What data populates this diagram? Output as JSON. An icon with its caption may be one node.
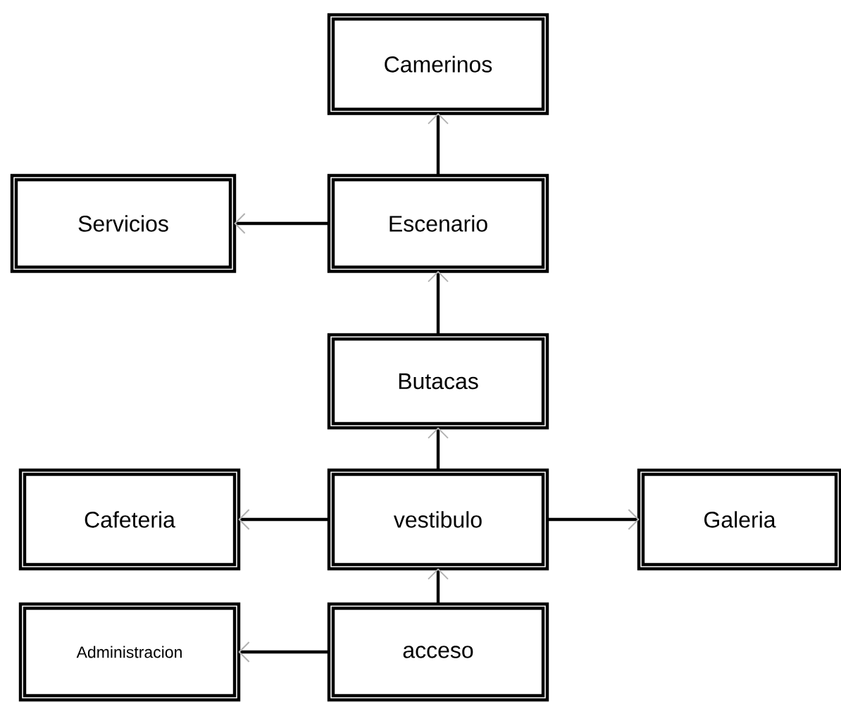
{
  "diagram": {
    "nodes": [
      {
        "text": [
          "Camerinos"
        ]
      },
      {
        "text": [
          "Servicios"
        ]
      },
      {
        "text": [
          "Escenario"
        ]
      },
      {
        "text": [
          "Butacas"
        ]
      },
      {
        "text": [
          "Cafeteria"
        ]
      },
      {
        "text": [
          "vestibulo"
        ]
      },
      {
        "text": [
          "Galeria"
        ]
      },
      {
        "text": [
          "Administracion"
        ]
      },
      {
        "text": [
          "acceso"
        ]
      }
    ],
    "edges": [
      {
        "from": 2,
        "to": 0,
        "arrow": "to"
      },
      {
        "from": 2,
        "to": 1,
        "arrow": "to"
      },
      {
        "from": 3,
        "to": 2,
        "arrow": "to"
      },
      {
        "from": 5,
        "to": 3,
        "arrow": "to"
      },
      {
        "from": 5,
        "to": 4,
        "arrow": "to"
      },
      {
        "from": 5,
        "to": 6,
        "arrow": "to"
      },
      {
        "from": 8,
        "to": 5,
        "arrow": "to"
      },
      {
        "from": 8,
        "to": 7,
        "arrow": "to"
      }
    ]
  }
}
